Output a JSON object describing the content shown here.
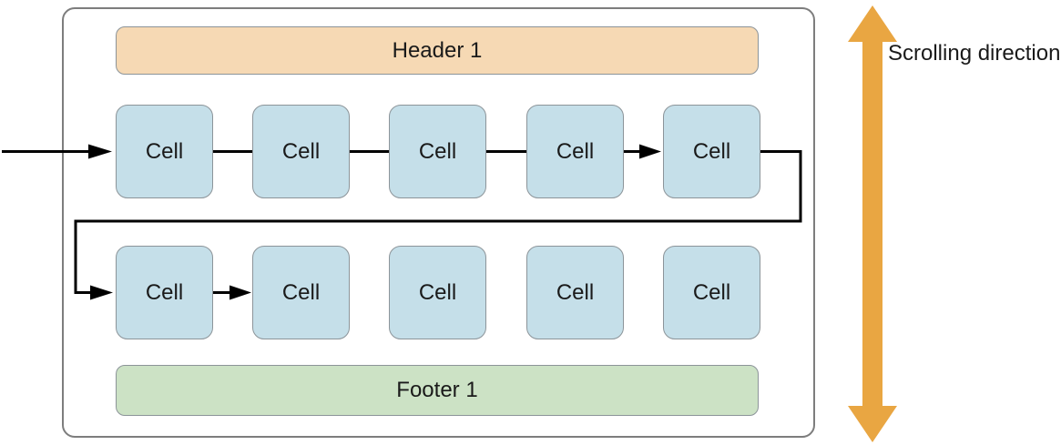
{
  "diagram": {
    "header": {
      "label": "Header 1"
    },
    "footer": {
      "label": "Footer 1"
    },
    "rows": [
      {
        "cells": [
          {
            "label": "Cell"
          },
          {
            "label": "Cell"
          },
          {
            "label": "Cell"
          },
          {
            "label": "Cell"
          },
          {
            "label": "Cell"
          }
        ]
      },
      {
        "cells": [
          {
            "label": "Cell"
          },
          {
            "label": "Cell"
          },
          {
            "label": "Cell"
          },
          {
            "label": "Cell"
          },
          {
            "label": "Cell"
          }
        ]
      }
    ],
    "scrolling_label": "Scrolling direction"
  },
  "colors": {
    "header_bg": "#F6D9B4",
    "footer_bg": "#CCE2C5",
    "cell_bg": "#C5DFE9",
    "scroll_arrow": "#E9A642",
    "connector": "#000000",
    "frame_border": "#7D7D7D",
    "box_border": "#8C9499",
    "text": "#1A1A1A"
  }
}
